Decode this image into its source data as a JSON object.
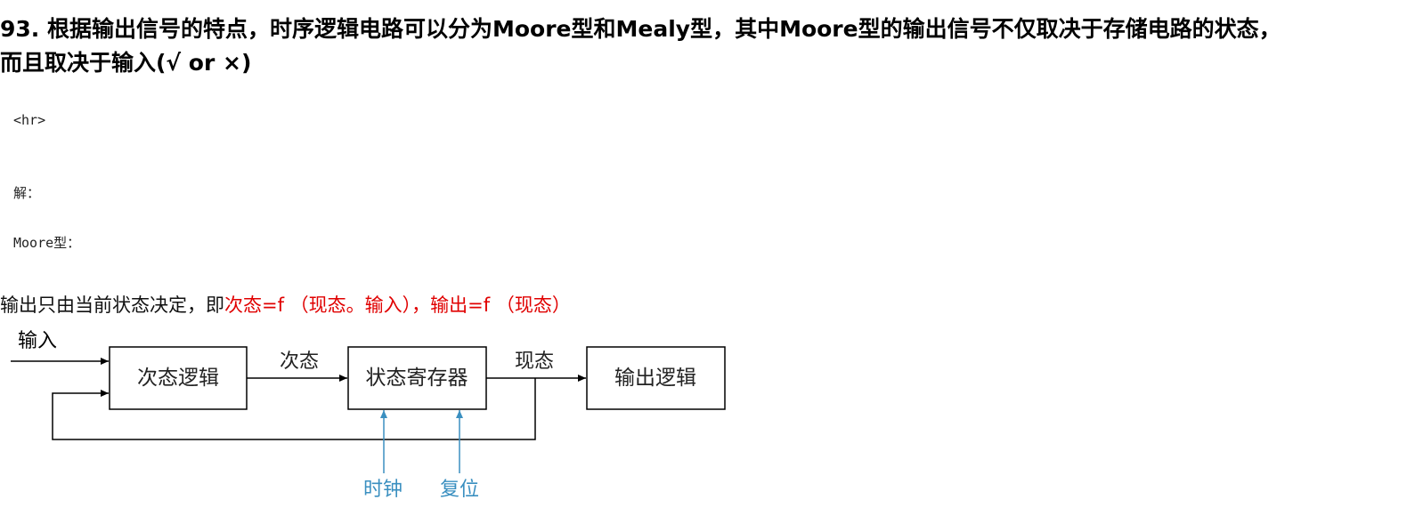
{
  "question": {
    "line1": "93. 根据输出信号的特点，时序逻辑电路可以分为Moore型和Mealy型，其中Moore型的输出信号不仅取决于存储电路的状态，",
    "line2": "而且取决于输入(√ or ×)"
  },
  "hr_text": "<hr>",
  "solution_label": "解：",
  "moore_label": "Moore型：",
  "answer": {
    "prefix": "输出只由当前状态决定，即",
    "formula": "次态=f （现态。输入），输出=f （现态）"
  },
  "diagram": {
    "input_label": "输入",
    "next_state_logic": "次态逻辑",
    "next_state_label": "次态",
    "state_register": "状态寄存器",
    "current_state_label": "现态",
    "output_logic": "输出逻辑",
    "clock_label": "时钟",
    "reset_label": "复位",
    "control_color": "#3a8fc0"
  }
}
